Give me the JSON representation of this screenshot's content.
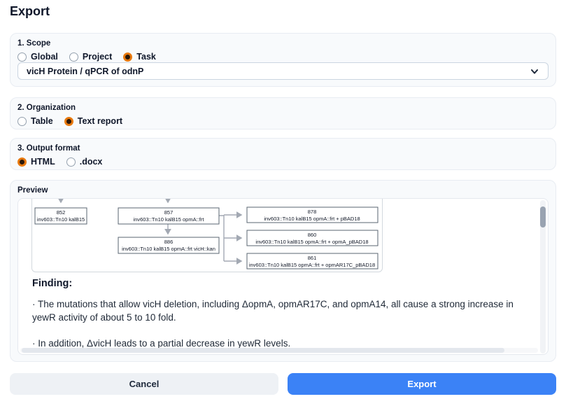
{
  "dialog": {
    "title": "Export"
  },
  "scope": {
    "label": "1. Scope",
    "options": [
      {
        "label": "Global",
        "selected": false
      },
      {
        "label": "Project",
        "selected": false
      },
      {
        "label": "Task",
        "selected": true
      }
    ],
    "select_value": "vicH Protein / qPCR of odnP"
  },
  "organization": {
    "label": "2. Organization",
    "options": [
      {
        "label": "Table",
        "selected": false
      },
      {
        "label": "Text report",
        "selected": true
      }
    ]
  },
  "output_format": {
    "label": "3. Output format",
    "options": [
      {
        "label": "HTML",
        "selected": true
      },
      {
        "label": ".docx",
        "selected": false
      }
    ]
  },
  "preview": {
    "label": "Preview",
    "diagram": {
      "nodes": [
        {
          "id": "852",
          "genotype": "inv603::Tn10 kalB15"
        },
        {
          "id": "857",
          "genotype": "inv603::Tn10 kalB15 opmA::frt"
        },
        {
          "id": "886",
          "genotype": "inv603::Tn10 kalB15 opmA::frt vicH::kan"
        },
        {
          "id": "878",
          "genotype": "inv603::Tn10 kalB15 opmA::frt + pBAD18"
        },
        {
          "id": "860",
          "genotype": "inv603::Tn10 kalB15 opmA::frt + opmA_pBAD18"
        },
        {
          "id": "861",
          "genotype": "inv603::Tn10 kalB15 opmA::frt + opmAR17C_pBAD18"
        }
      ]
    },
    "finding": {
      "heading": "Finding:",
      "points": [
        "· The mutations that allow vicH deletion, including ΔopmA, opmAR17C, and opmA14, all cause a strong increase in yewR activity of about 5 to 10 fold.",
        "· In addition, ΔvicH leads to a partial decrease in yewR levels."
      ]
    }
  },
  "actions": {
    "cancel": "Cancel",
    "export": "Export"
  },
  "icons": {
    "select_chevron": "chevron-down"
  },
  "colors": {
    "accent_orange": "#e8790f",
    "primary_blue": "#3b82f6",
    "card_bg": "#f8fafc"
  }
}
